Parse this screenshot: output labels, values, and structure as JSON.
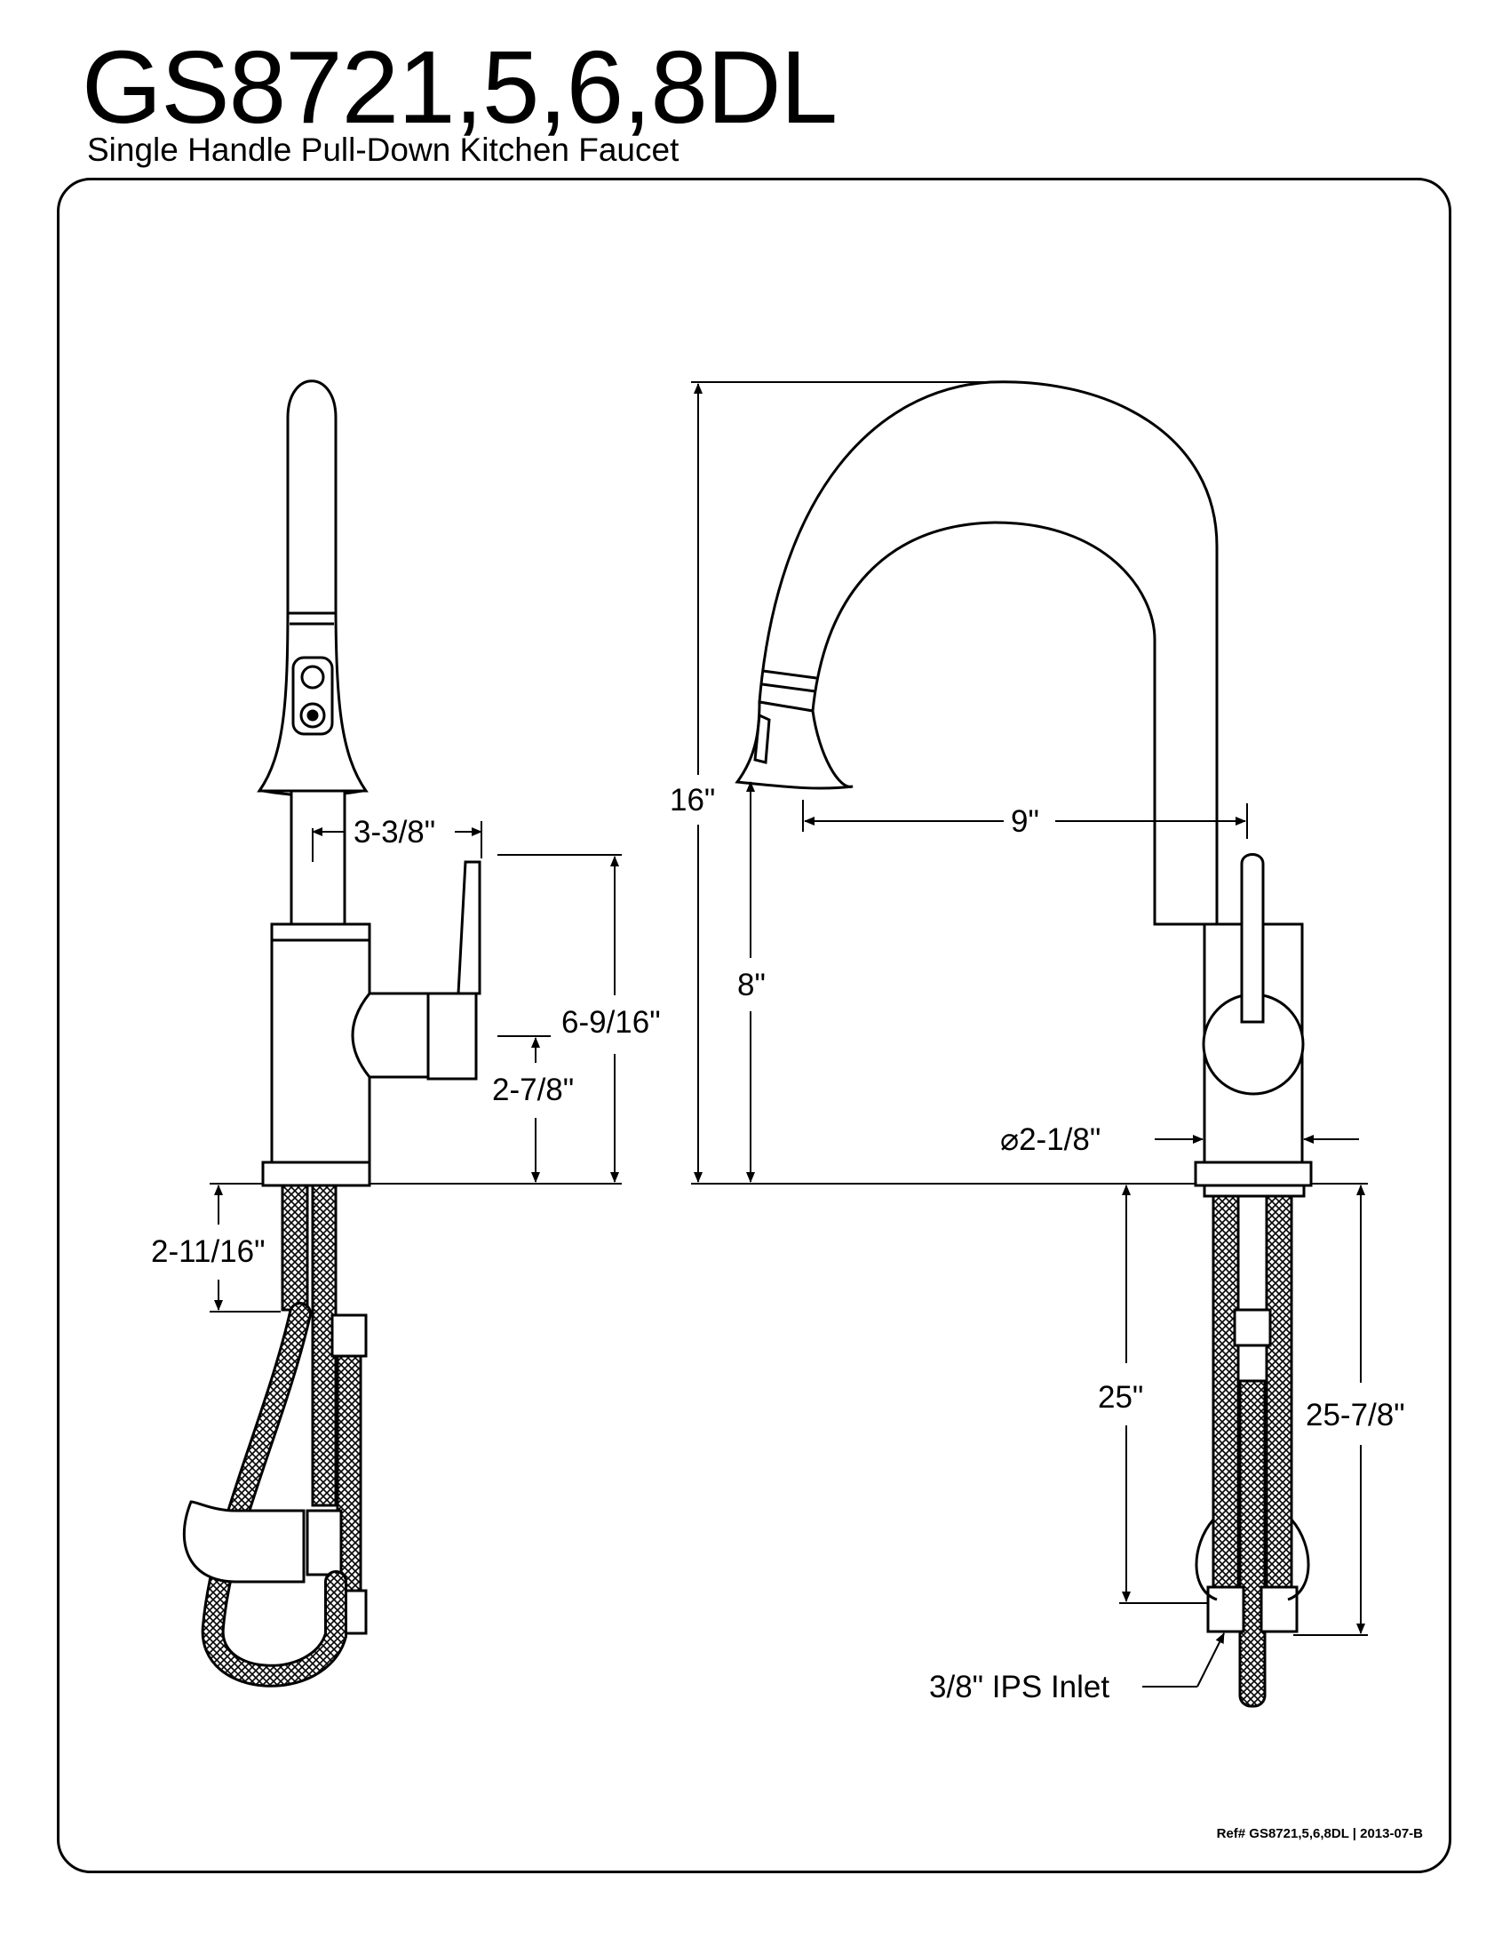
{
  "header": {
    "model": "GS8721,5,6,8DL",
    "description": "Single Handle Pull-Down Kitchen Faucet"
  },
  "side_view": {
    "dim_spout_offset": "3-3/8\"",
    "dim_handle_height": "6-9/16\"",
    "dim_handle_center": "2-7/8\"",
    "dim_shank_length": "2-11/16\""
  },
  "front_view": {
    "dim_total_height": "16\"",
    "dim_spout_reach": "9\"",
    "dim_spout_height": "8\"",
    "dim_base_diameter": "⌀2-1/8\"",
    "dim_supply_hose": "25\"",
    "dim_spray_hose": "25-7/8\"",
    "inlet_label": "3/8\" IPS Inlet"
  },
  "footer": {
    "ref": "Ref# GS8721,5,6,8DL | 2013-07-B"
  }
}
